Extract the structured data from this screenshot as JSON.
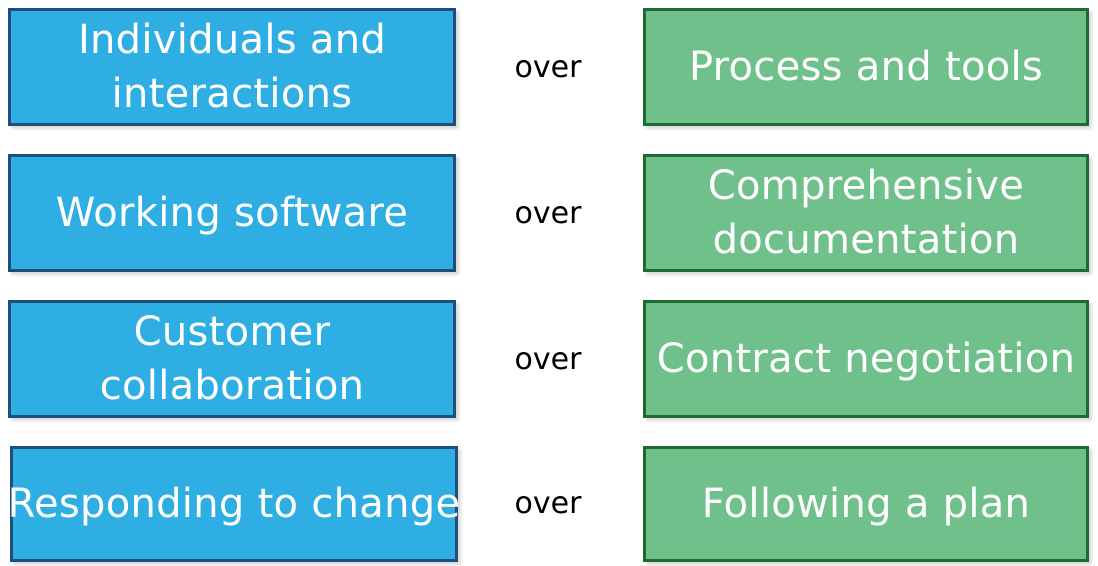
{
  "values": [
    {
      "left": "Individuals and interactions",
      "connector": "over",
      "right": "Process and tools"
    },
    {
      "left": "Working software",
      "connector": "over",
      "right": "Comprehensive documentation"
    },
    {
      "left": "Customer collaboration",
      "connector": "over",
      "right": "Contract negotiation"
    },
    {
      "left": "Responding to change",
      "connector": "over",
      "right": "Following a plan"
    }
  ],
  "colors": {
    "left_fill": "#2EAEE2",
    "left_border": "#1F4E79",
    "right_fill": "#6FC08A",
    "right_border": "#1E6B32",
    "text": "#FFFFFF",
    "connector_text": "#000000"
  }
}
